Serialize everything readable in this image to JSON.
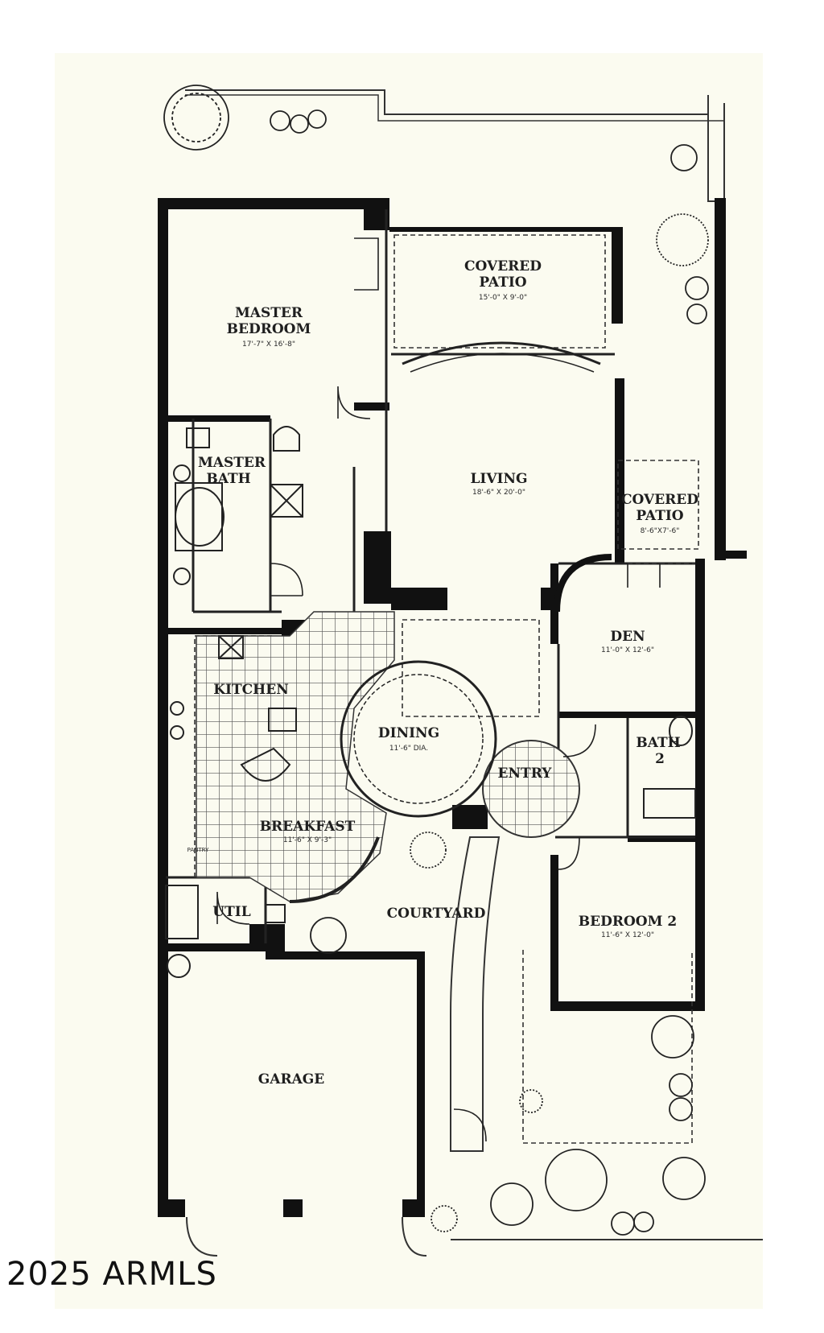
{
  "colors": {
    "paper": "#fbfbf0",
    "wall": "#111111",
    "line": "#333333",
    "tile": "#555555"
  },
  "rooms": {
    "covered_patio_rear": {
      "title1": "COVERED",
      "title2": "PATIO",
      "dims": "15'-0\" X 9'-0\""
    },
    "master_bedroom": {
      "title1": "MASTER",
      "title2": "BEDROOM",
      "dims": "17'-7\" X 16'-8\""
    },
    "master_bath": {
      "title1": "MASTER",
      "title2": "BATH"
    },
    "living": {
      "title": "LIVING",
      "dims": "18'-6\" X 20'-0\""
    },
    "covered_patio_side": {
      "title1": "COVERED",
      "title2": "PATIO",
      "dims": "8'-6\"X7'-6\""
    },
    "den": {
      "title": "DEN",
      "dims": "11'-0\" X 12'-6\""
    },
    "kitchen": {
      "title": "KITCHEN"
    },
    "dining": {
      "title": "DINING",
      "dims": "11'-6\" DIA."
    },
    "bath2": {
      "title1": "BATH",
      "title2": "2"
    },
    "entry": {
      "title": "ENTRY"
    },
    "breakfast": {
      "title": "BREAKFAST",
      "dims": "11'-6\" X 9'-3\""
    },
    "pantry": {
      "title": "PANTRY"
    },
    "util": {
      "title": "UTIL"
    },
    "courtyard": {
      "title": "COURTYARD"
    },
    "bedroom2": {
      "title": "BEDROOM 2",
      "dims": "11'-6\" X 12'-0\""
    },
    "garage": {
      "title": "GARAGE"
    }
  },
  "watermark": "2025 ARMLS"
}
